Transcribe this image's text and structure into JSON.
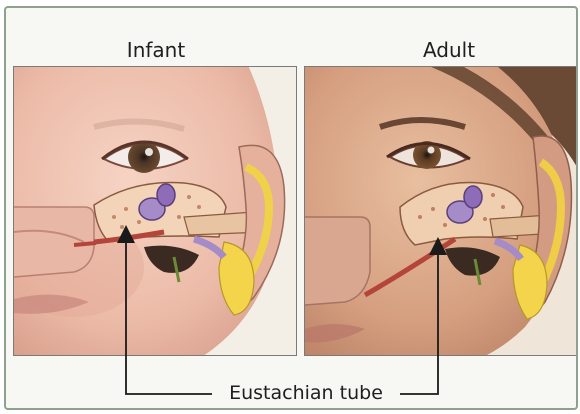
{
  "panels": [
    {
      "label": "Infant"
    },
    {
      "label": "Adult"
    }
  ],
  "callout": {
    "label": "Eustachian tube"
  }
}
